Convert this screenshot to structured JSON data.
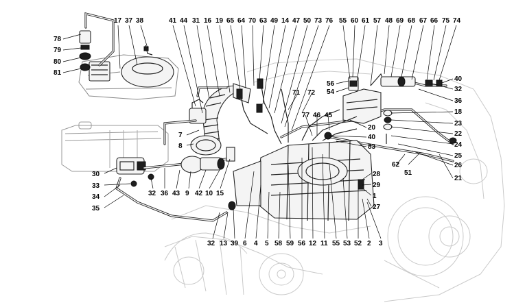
{
  "callouts": [
    {
      "id": "c78",
      "label": "78"
    },
    {
      "id": "c79",
      "label": "79"
    },
    {
      "id": "c80",
      "label": "80"
    },
    {
      "id": "c81",
      "label": "81"
    },
    {
      "id": "c17",
      "label": "17"
    },
    {
      "id": "c37",
      "label": "37"
    },
    {
      "id": "c38",
      "label": "38"
    },
    {
      "id": "c41",
      "label": "41"
    },
    {
      "id": "c44",
      "label": "44"
    },
    {
      "id": "c31",
      "label": "31"
    },
    {
      "id": "c16",
      "label": "16"
    },
    {
      "id": "c19",
      "label": "19"
    },
    {
      "id": "c65",
      "label": "65"
    },
    {
      "id": "c64",
      "label": "64"
    },
    {
      "id": "c70",
      "label": "70"
    },
    {
      "id": "c63",
      "label": "63"
    },
    {
      "id": "c49",
      "label": "49"
    },
    {
      "id": "c14",
      "label": "14"
    },
    {
      "id": "c47",
      "label": "47"
    },
    {
      "id": "c50",
      "label": "50"
    },
    {
      "id": "c73",
      "label": "73"
    },
    {
      "id": "c76",
      "label": "76"
    },
    {
      "id": "c55a",
      "label": "55"
    },
    {
      "id": "c60",
      "label": "60"
    },
    {
      "id": "c61",
      "label": "61"
    },
    {
      "id": "c57",
      "label": "57"
    },
    {
      "id": "c48",
      "label": "48"
    },
    {
      "id": "c69",
      "label": "69"
    },
    {
      "id": "c68",
      "label": "68"
    },
    {
      "id": "c67",
      "label": "67"
    },
    {
      "id": "c66",
      "label": "66"
    },
    {
      "id": "c75",
      "label": "75"
    },
    {
      "id": "c74",
      "label": "74"
    },
    {
      "id": "c56a",
      "label": "56"
    },
    {
      "id": "c54",
      "label": "54"
    },
    {
      "id": "c40a",
      "label": "40"
    },
    {
      "id": "c32a",
      "label": "32"
    },
    {
      "id": "c36a",
      "label": "36"
    },
    {
      "id": "c71",
      "label": "71"
    },
    {
      "id": "c72",
      "label": "72"
    },
    {
      "id": "c18",
      "label": "18"
    },
    {
      "id": "c23",
      "label": "23"
    },
    {
      "id": "c77",
      "label": "77"
    },
    {
      "id": "c46",
      "label": "46"
    },
    {
      "id": "c45",
      "label": "45"
    },
    {
      "id": "c20",
      "label": "20"
    },
    {
      "id": "c22",
      "label": "22"
    },
    {
      "id": "c40b",
      "label": "40"
    },
    {
      "id": "c24",
      "label": "24"
    },
    {
      "id": "c83",
      "label": "83"
    },
    {
      "id": "c25",
      "label": "25"
    },
    {
      "id": "c26",
      "label": "26"
    },
    {
      "id": "c62",
      "label": "62"
    },
    {
      "id": "c51",
      "label": "51"
    },
    {
      "id": "c21",
      "label": "21"
    },
    {
      "id": "c7",
      "label": "7"
    },
    {
      "id": "c8",
      "label": "8"
    },
    {
      "id": "c30",
      "label": "30"
    },
    {
      "id": "c33",
      "label": "33"
    },
    {
      "id": "c34",
      "label": "34"
    },
    {
      "id": "c35",
      "label": "35"
    },
    {
      "id": "c32b",
      "label": "32"
    },
    {
      "id": "c36b",
      "label": "36"
    },
    {
      "id": "c43",
      "label": "43"
    },
    {
      "id": "c9",
      "label": "9"
    },
    {
      "id": "c42",
      "label": "42"
    },
    {
      "id": "c10",
      "label": "10"
    },
    {
      "id": "c15",
      "label": "15"
    },
    {
      "id": "c28",
      "label": "28"
    },
    {
      "id": "c29",
      "label": "29"
    },
    {
      "id": "c1",
      "label": "1"
    },
    {
      "id": "c27",
      "label": "27"
    },
    {
      "id": "c32c",
      "label": "32"
    },
    {
      "id": "c13",
      "label": "13"
    },
    {
      "id": "c39",
      "label": "39"
    },
    {
      "id": "c6",
      "label": "6"
    },
    {
      "id": "c4",
      "label": "4"
    },
    {
      "id": "c5",
      "label": "5"
    },
    {
      "id": "c58",
      "label": "58"
    },
    {
      "id": "c59",
      "label": "59"
    },
    {
      "id": "c56b",
      "label": "56"
    },
    {
      "id": "c12",
      "label": "12"
    },
    {
      "id": "c11",
      "label": "11"
    },
    {
      "id": "c55b",
      "label": "55"
    },
    {
      "id": "c53",
      "label": "53"
    },
    {
      "id": "c52",
      "label": "52"
    },
    {
      "id": "c2",
      "label": "2"
    },
    {
      "id": "c3",
      "label": "3"
    }
  ]
}
